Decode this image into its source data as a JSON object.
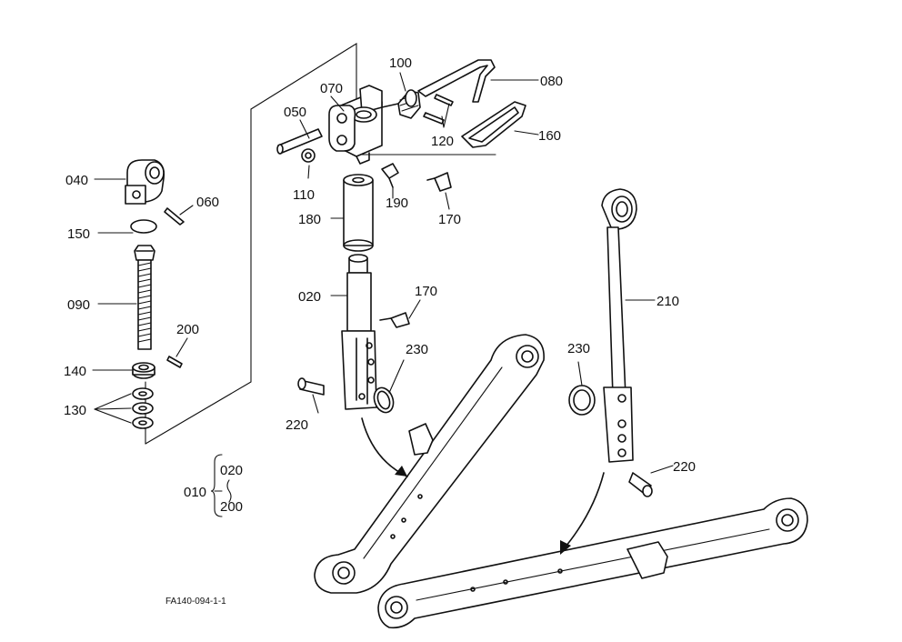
{
  "labels": {
    "p010": "010",
    "p020": "020",
    "p020b": "020",
    "p040": "040",
    "p050": "050",
    "p060": "060",
    "p070": "070",
    "p080": "080",
    "p090": "090",
    "p100": "100",
    "p110": "110",
    "p120": "120",
    "p130": "130",
    "p140": "140",
    "p150": "150",
    "p160": "160",
    "p170a": "170",
    "p170b": "170",
    "p180": "180",
    "p190": "190",
    "p200": "200",
    "p200b": "200",
    "p210": "210",
    "p220a": "220",
    "p220b": "220",
    "p230a": "230",
    "p230b": "230",
    "range_sep": "}"
  },
  "figure_code": "FA140-094-1-1"
}
